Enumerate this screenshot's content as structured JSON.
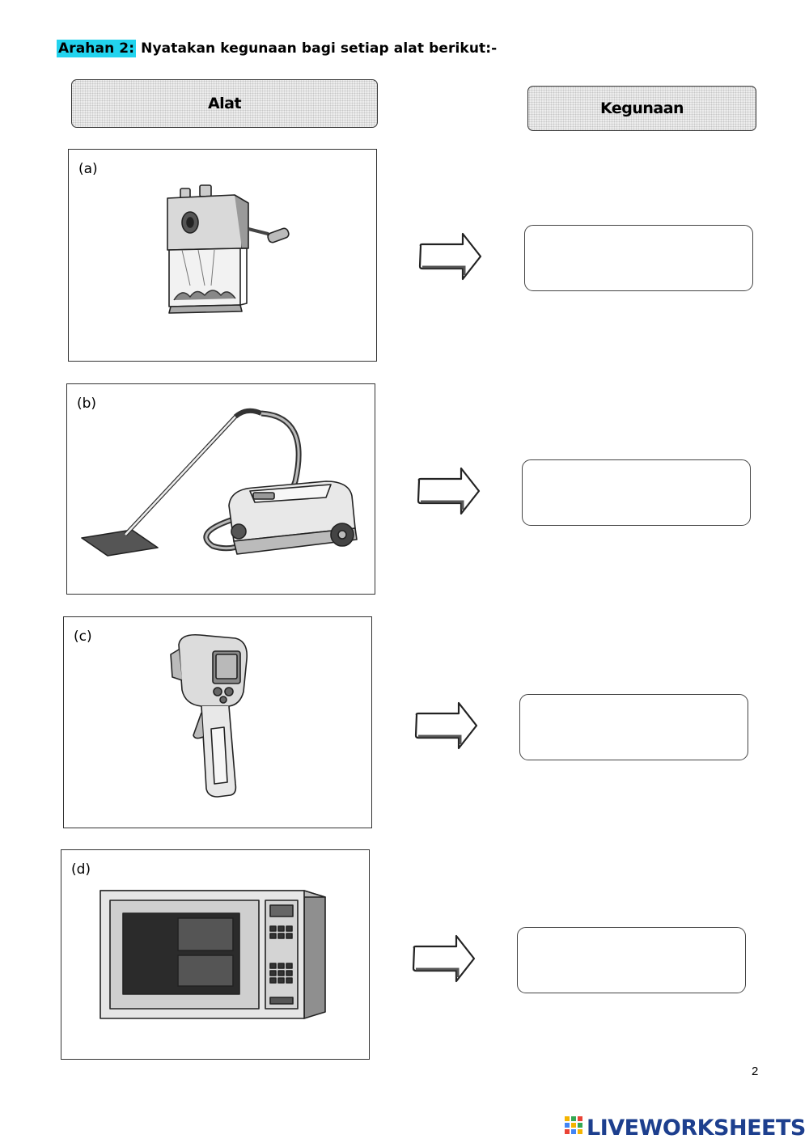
{
  "instruction": {
    "label": "Arahan 2:",
    "text": "Nyatakan kegunaan bagi setiap alat berikut:-",
    "highlight_color": "#22d3ee"
  },
  "headers": {
    "tool": "Alat",
    "use": "Kegunaan"
  },
  "items": [
    {
      "label": "(a)",
      "icon": "pencil-sharpener-icon",
      "answer": ""
    },
    {
      "label": "(b)",
      "icon": "vacuum-cleaner-icon",
      "answer": ""
    },
    {
      "label": "(c)",
      "icon": "infrared-thermometer-icon",
      "answer": ""
    },
    {
      "label": "(d)",
      "icon": "microwave-oven-icon",
      "answer": ""
    }
  ],
  "page_number": "2",
  "brand": {
    "name": "LIVEWORKSHEETS",
    "color": "#1d3f8e"
  }
}
